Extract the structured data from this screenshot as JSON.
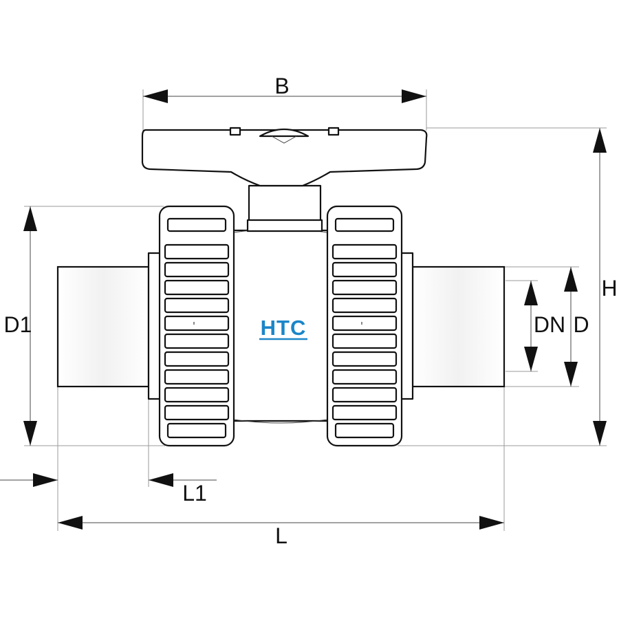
{
  "brand": {
    "text": "HTC",
    "color": "#1a86c8"
  },
  "labels": {
    "B": "B",
    "H": "H",
    "D1": "D1",
    "DN": "DN",
    "D": "D",
    "L1": "L1",
    "L": "L"
  },
  "colors": {
    "line": "#111111",
    "extension": "#9a9a9a",
    "fill_light": "#f2f2f2"
  }
}
